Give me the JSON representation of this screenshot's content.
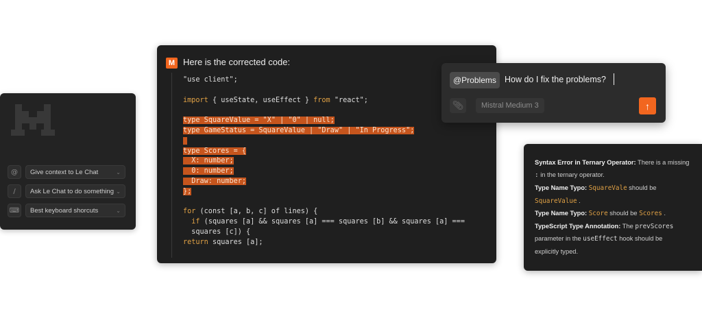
{
  "colors": {
    "accent": "#f2661f",
    "highlight": "#c6551d",
    "keyword": "#e0a145",
    "panel": "#1f1f1f"
  },
  "side_panel": {
    "items": [
      {
        "icon": "at-icon",
        "icon_glyph": "@",
        "label": "Give context to Le Chat"
      },
      {
        "icon": "slash-icon",
        "icon_glyph": "/",
        "label": "Ask Le Chat to do something"
      },
      {
        "icon": "keyboard-icon",
        "icon_glyph": "⌨",
        "label": "Best keyboard shorcuts"
      }
    ]
  },
  "chat": {
    "badge": "M",
    "intro": "Here is the corrected code:",
    "code_lines": [
      {
        "kw": "",
        "text": "\"use client\";"
      },
      {
        "kw": "",
        "text": ""
      },
      {
        "kw": "import",
        "text": " { useState, useEffect } ",
        "kw2": "from",
        "text2": " \"react\";"
      },
      {
        "kw": "",
        "text": ""
      },
      {
        "kw": "type",
        "text": " SquareValue = \"X\" | \"0\" | null;",
        "hl": true
      },
      {
        "kw": "type",
        "text": " GameStatus = SquareValue | \"Draw\" | \"In Progress\";",
        "hl": true
      },
      {
        "kw": "",
        "text": "",
        "hl": true
      },
      {
        "kw": "type",
        "text": " Scores = {",
        "hl": true
      },
      {
        "kw": "",
        "text": "  X: number;",
        "hl": true
      },
      {
        "kw": "",
        "text": "  0: number;",
        "hl": true
      },
      {
        "kw": "",
        "text": "  Draw: number;",
        "hl": true
      },
      {
        "kw": "",
        "text": "};",
        "hl": true
      },
      {
        "kw": "",
        "text": ""
      },
      {
        "kw": "for",
        "text": " (const [a, b, c] of lines) {"
      },
      {
        "kw": "  if",
        "text": " (squares [a] && squares [a] === squares [b] && squares [a] ==="
      },
      {
        "kw": "",
        "text": "  squares [c]) {"
      },
      {
        "kw": "return",
        "text": " squares [a];"
      }
    ]
  },
  "prompt": {
    "chip": "@Problems",
    "text": "How do I fix the problems?",
    "model": "Mistral Medium 3",
    "attach_icon": "paperclip-icon",
    "send_icon": "arrow-up-icon"
  },
  "errors": {
    "l1_bold": "Syntax Error in Ternary Operator:",
    "l1_text": " There is a missing",
    "l2_code": ":",
    "l2_text": " in the ternary operator.",
    "l3_bold": "Type Name Typo:",
    "l3_code": "SquareVale",
    "l3_text": " should be",
    "l4_code": "SquareValue",
    "l4_text": " .",
    "l5_bold": "Type Name Typo:",
    "l5_code": "Score",
    "l5_mid": " should be ",
    "l5_code2": "Scores",
    "l5_text": " .",
    "l6_bold": "TypeScript Type Annotation:",
    "l6_text": " The ",
    "l6_code": "prevScores",
    "l7_text": "parameter in the ",
    "l7_code": "useEffect",
    "l7_text2": " hook should be",
    "l8_text": "explicitly typed."
  }
}
